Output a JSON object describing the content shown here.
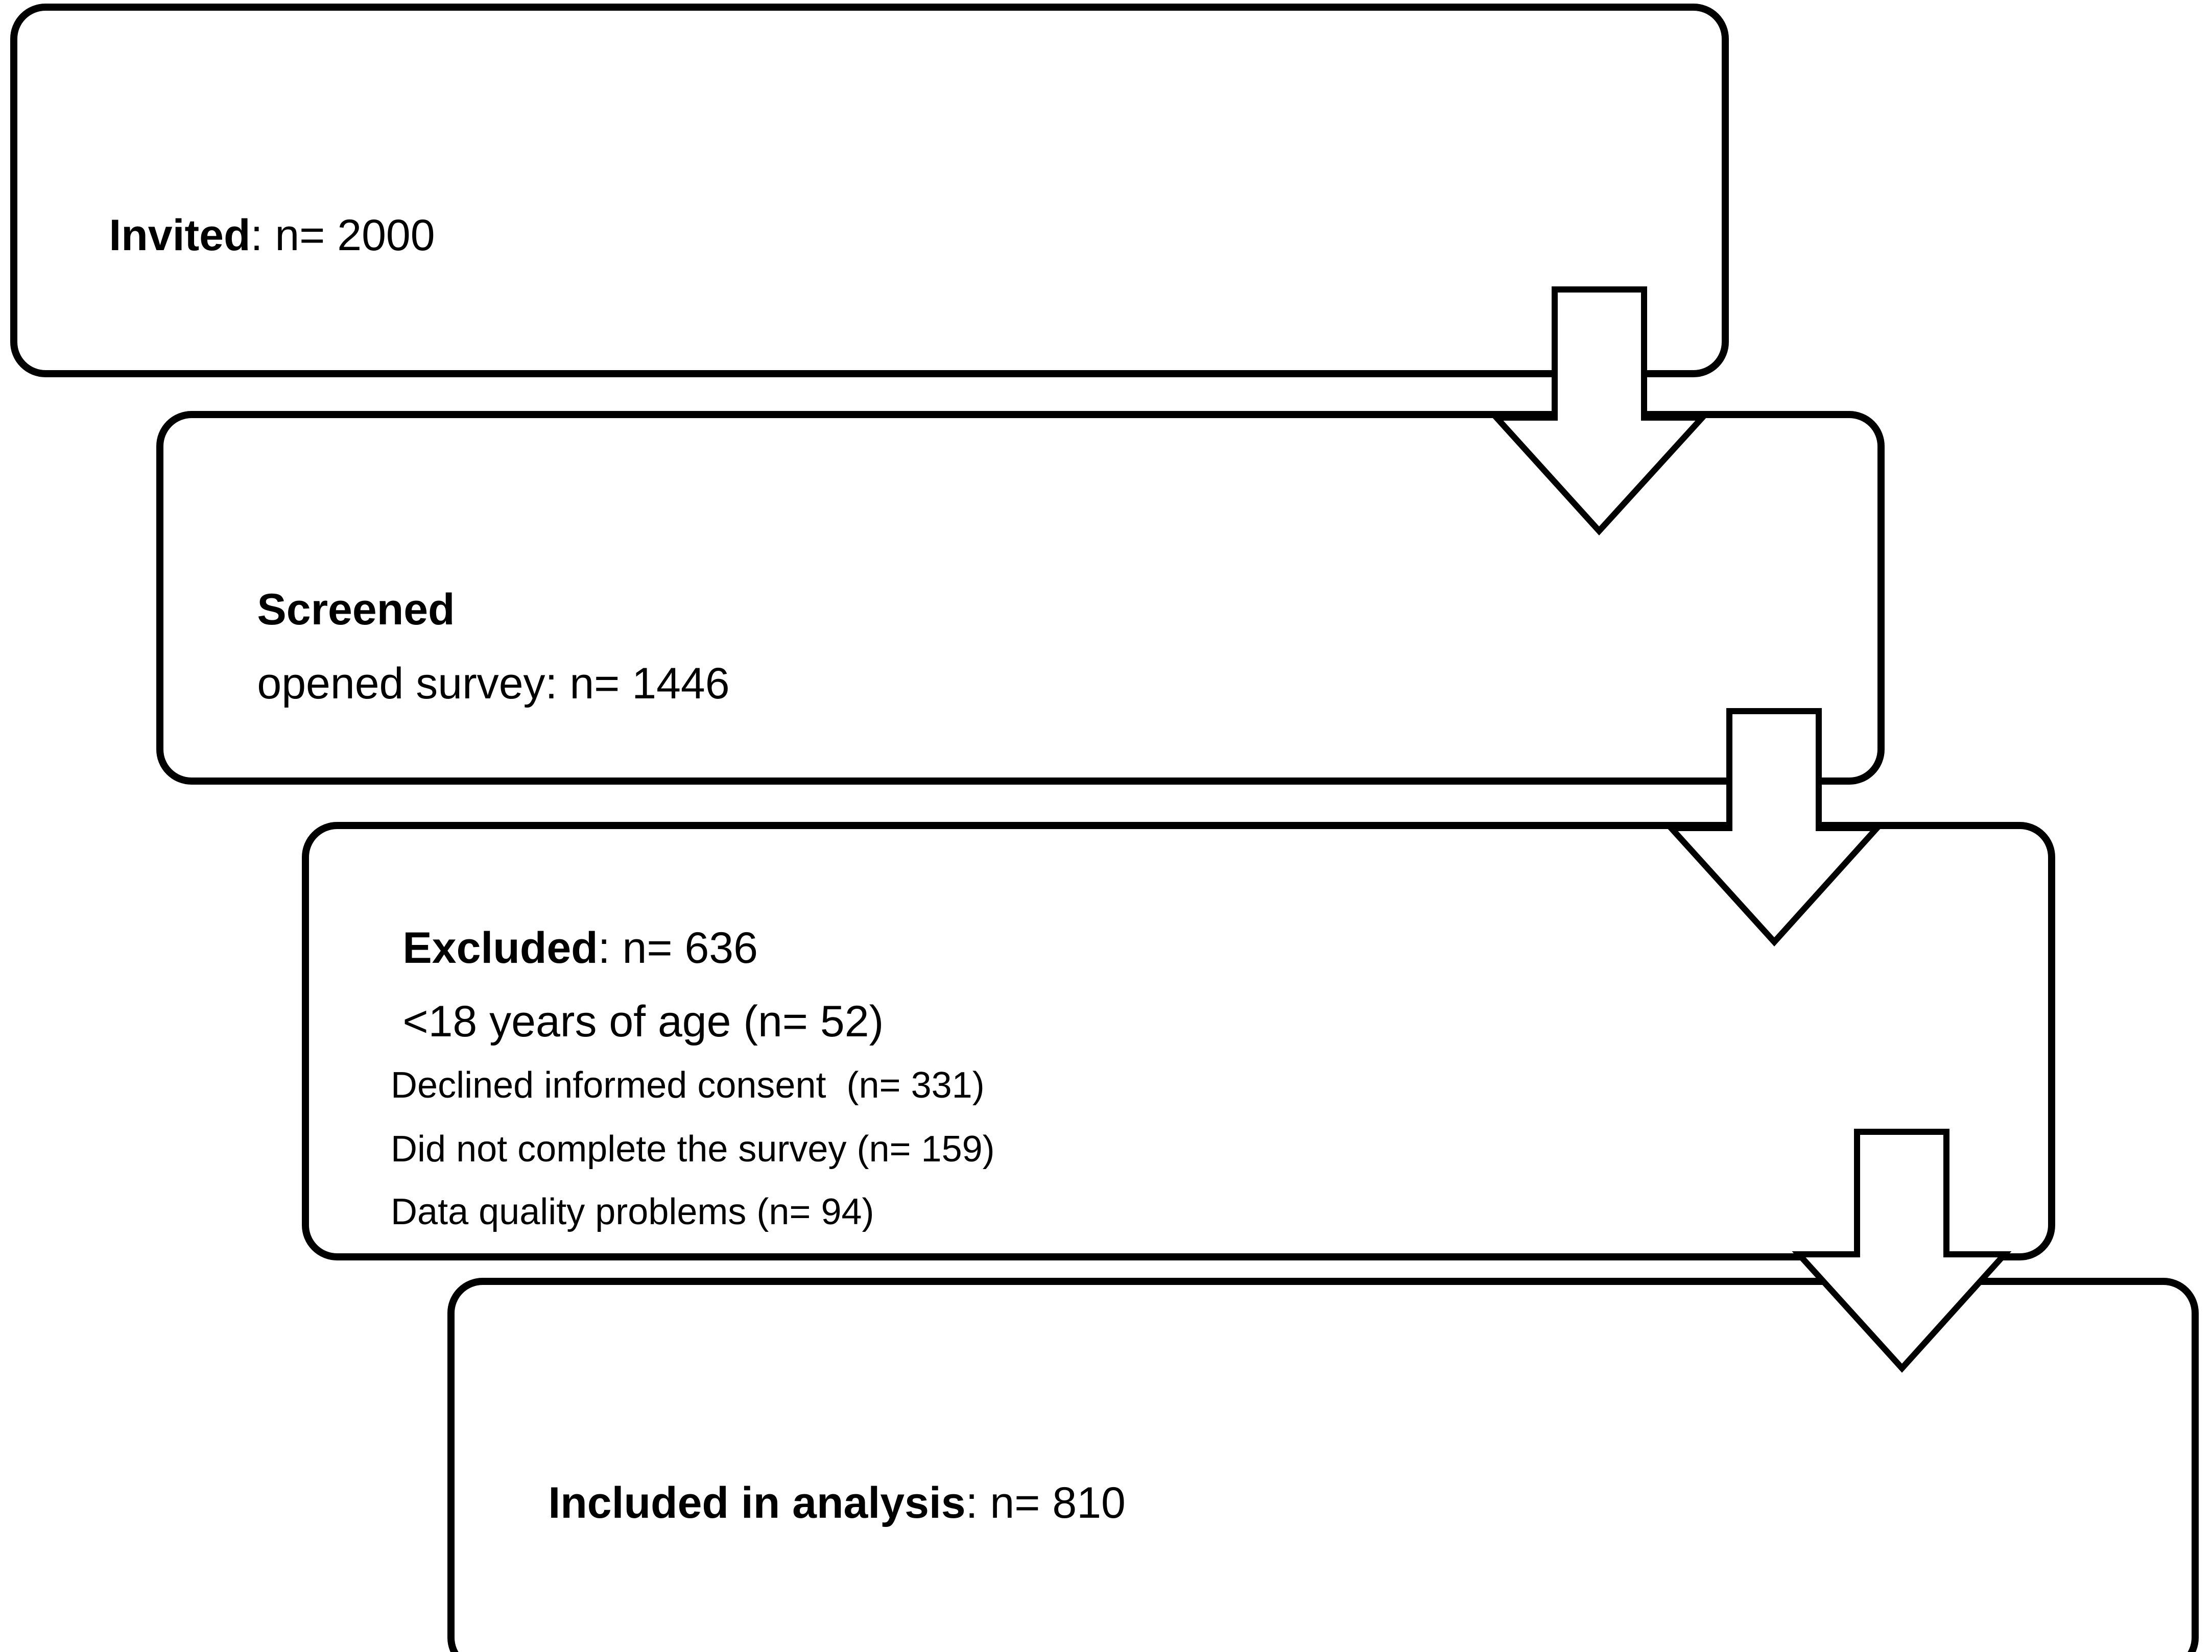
{
  "diagram": {
    "title": "Participant flow diagram",
    "type": "flowchart",
    "stroke_color": "#000000",
    "fill_color": "#ffffff",
    "nodes": [
      {
        "id": "invited",
        "lines": [
          {
            "bold": "Invited",
            "rest": ": n= 2000"
          }
        ]
      },
      {
        "id": "screened",
        "lines": [
          {
            "bold": "Screened",
            "rest": ""
          },
          {
            "bold": "",
            "rest": "opened survey: n= 1446"
          }
        ]
      },
      {
        "id": "excluded",
        "lines": [
          {
            "bold": "Excluded",
            "rest": ": n= 636"
          },
          {
            "bold": "",
            "rest": "<18 years of age (n= 52)"
          }
        ],
        "detail_lines": [
          "Declined informed consent  (n= 331)",
          "Did not complete the survey (n= 159)",
          "Data quality problems (n= 94)"
        ]
      },
      {
        "id": "included",
        "lines": [
          {
            "bold": "Included in analysis",
            "rest": ": n= 810"
          }
        ]
      }
    ],
    "arrows": [
      {
        "id": "arrow-invited-to-screened",
        "direction": "down"
      },
      {
        "id": "arrow-screened-to-excluded",
        "direction": "down"
      },
      {
        "id": "arrow-excluded-to-included",
        "direction": "down"
      }
    ]
  },
  "text": {
    "invited_bold": "Invited",
    "invited_rest": ": n= 2000",
    "screened_bold": "Screened",
    "screened_line2": "opened survey: n= 1446",
    "excluded_bold": "Excluded",
    "excluded_rest": ": n= 636",
    "excluded_age": "<18 years of age (n= 52)",
    "excluded_consent": "Declined informed consent  (n= 331)",
    "excluded_incomplete": "Did not complete the survey (n= 159)",
    "excluded_quality": "Data quality problems (n= 94)",
    "included_bold": "Included in analysis",
    "included_rest": ": n= 810"
  }
}
